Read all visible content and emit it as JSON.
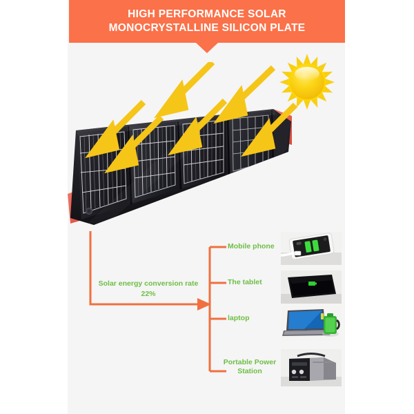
{
  "banner": {
    "line1": "HIGH PERFORMANCE SOLAR",
    "line2": "MONOCRYSTALLINE SILICON PLATE",
    "bg_color": "#fb7149",
    "text_color": "#ffffff"
  },
  "colors": {
    "orange": "#fb7149",
    "green": "#6dbe45",
    "arrow_yellow": "#f5c518",
    "sun_yellow": "#f6c915",
    "page_bg": "#ffffff",
    "content_bg": "#f5f5f5",
    "panel_dark": "#1b1b1f",
    "panel_red": "#e5604f"
  },
  "hero": {
    "sun_icon": "sun-icon",
    "panel_icon": "solar-panel-photo",
    "sunlight_arrows": 6,
    "arrow_direction": "down-left"
  },
  "flow": {
    "rate_label_line1": "Solar energy conversion rate",
    "rate_label_line2": "22%",
    "outputs": [
      {
        "label": "Mobile phone",
        "thumb": "phone-charging-photo"
      },
      {
        "label": "The tablet",
        "thumb": "tablet-charging-photo"
      },
      {
        "label": "laptop",
        "thumb": "laptop-charging-photo"
      },
      {
        "label": "Portable Power Station",
        "thumb": "power-station-photo"
      }
    ]
  }
}
